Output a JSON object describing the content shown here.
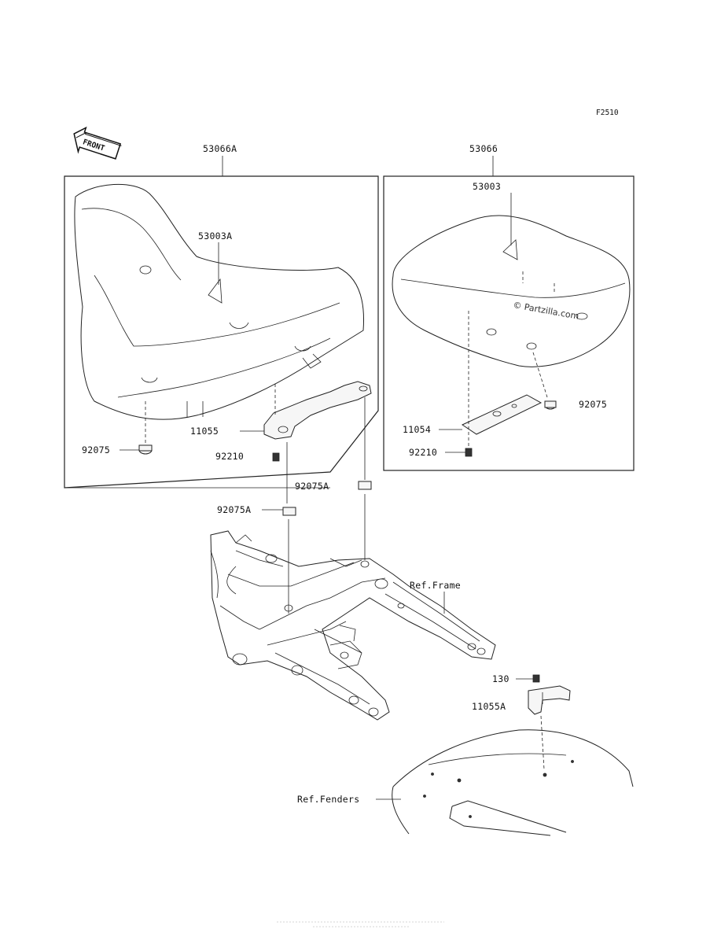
{
  "figure_code": "F2510",
  "front_label": "FRONT",
  "watermark": "© Partzilla.com",
  "labels": {
    "p53066A": "53066A",
    "p53066": "53066",
    "p53003": "53003",
    "p53003A": "53003A",
    "p92075_left": "92075",
    "p92075_right": "92075",
    "p11055": "11055",
    "p11054": "11054",
    "p92210_left": "92210",
    "p92210_right": "92210",
    "p92075A_a": "92075A",
    "p92075A_b": "92075A",
    "ref_frame": "Ref.Frame",
    "p130": "130",
    "p11055A": "11055A",
    "ref_fenders": "Ref.Fenders"
  },
  "icons": {
    "front_arrow": "front-arrow-icon"
  }
}
